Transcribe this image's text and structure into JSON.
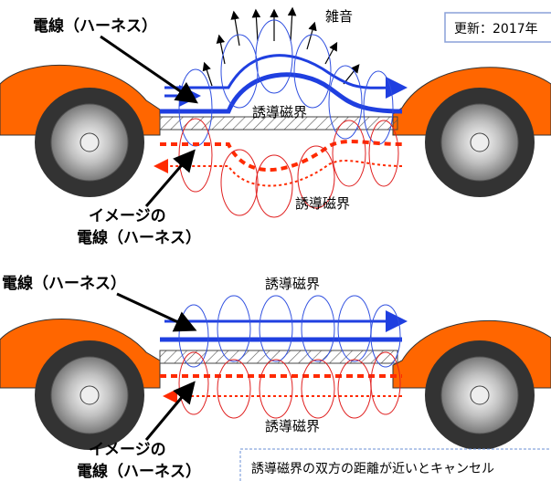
{
  "update_badge": "更新：2017年",
  "noise_label": "雑音",
  "top_panel": {
    "wire_label": "電線（ハーネス）",
    "image_wire_label_line1": "イメージの",
    "image_wire_label_line2": "電線（ハーネス）",
    "field_label_upper": "誘導磁界",
    "field_label_lower": "誘導磁界"
  },
  "bottom_panel": {
    "wire_label": "電線（ハーネス）",
    "image_wire_label_line1": "イメージの",
    "image_wire_label_line2": "電線（ハーネス）",
    "field_label_upper": "誘導磁界",
    "field_label_lower": "誘導磁界"
  },
  "note": "誘導磁界の双方の距離が近いとキャンセル",
  "colors": {
    "wire": "#1f3fe0",
    "image_wire": "#ff2a00",
    "car_body": "#ff6600",
    "field_loop_blue": "#2f4fe0",
    "field_loop_red": "#e02020",
    "tire": "#333333"
  }
}
